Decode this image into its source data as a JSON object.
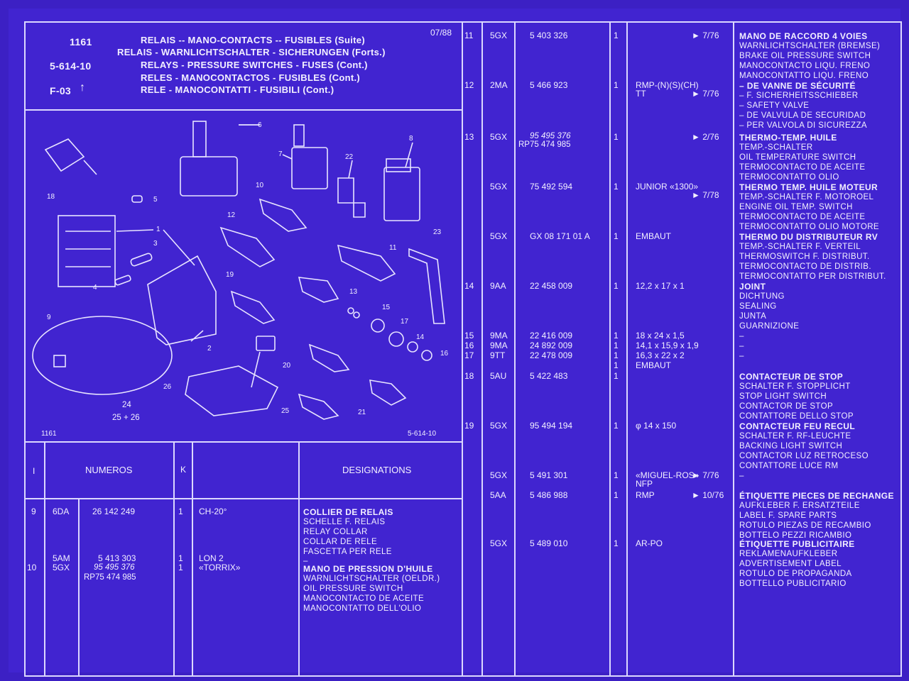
{
  "header": {
    "model": "1161",
    "date": "07/88",
    "code": "5-614-10",
    "ref": "F-03",
    "titles": [
      "RELAIS -- MANO-CONTACTS -- FUSIBLES (Suite)",
      "RELAIS - WARNLICHTSCHALTER - SICHERUNGEN (Forts.)",
      "RELAYS - PRESSURE SWITCHES - FUSES (Cont.)",
      "RELES - MANOCONTACTOS - FUSIBLES (Cont.)",
      "RELE - MANOCONTATTI - FUSIBILI (Cont.)"
    ]
  },
  "diagram": {
    "corner_left": "1161",
    "corner_right": "5-614-10",
    "label_24": "24",
    "label_2526": "25 + 26",
    "callouts": [
      "1",
      "2",
      "3",
      "4",
      "5",
      "6",
      "7",
      "8",
      "9",
      "10",
      "11",
      "12",
      "13",
      "14",
      "15",
      "16",
      "17",
      "18",
      "19",
      "20",
      "21",
      "22",
      "23",
      "25",
      "26"
    ]
  },
  "columns": {
    "i": "I",
    "numeros": "NUMEROS",
    "k": "K",
    "designations": "DESIGNATIONS"
  },
  "left_rows": [
    {
      "item": "9",
      "code": "6DA",
      "number": "26 142 249",
      "qty": "1",
      "remark": "CH-20°",
      "desc": [
        "COLLIER DE RELAIS",
        "SCHELLE F. RELAIS",
        "RELAY COLLAR",
        "COLLAR DE RELE",
        "FASCETTA PER RELE",
        "–"
      ]
    },
    {
      "item": "10",
      "code": "5AM",
      "code2": "5GX",
      "number": "5 413 303",
      "number2": "95 495 376",
      "number3": "RP75 474 985",
      "qty": "1",
      "qty2": "1",
      "remark": "LON 2",
      "remark2": "«TORRIX»",
      "desc": [
        "MANO DE PRESSION D'HUILE",
        "WARNLICHTSCHALTER (OELDR.)",
        "OIL PRESSURE SWITCH",
        "MANOCONTACTO DE ACEITE",
        "MANOCONTATTO DELL'OLIO"
      ]
    }
  ],
  "right_rows": [
    {
      "item": "11",
      "code": "5GX",
      "number": "5 403 326",
      "qty": "1",
      "remark": "",
      "date": "7/76",
      "desc": [
        "MANO DE RACCORD 4 VOIES",
        "WARNLICHTSCHALTER (BREMSE)",
        "BRAKE OIL PRESSURE SWITCH",
        "MANOCONTACTO LIQU. FRENO",
        "MANOCONTATTO LIQU. FRENO"
      ]
    },
    {
      "item": "12",
      "code": "2MA",
      "number": "5 466 923",
      "qty": "1",
      "remark": "RMP-(N)(S)(CH)",
      "remark2": "TT",
      "date": "7/76",
      "desc": [
        "– DE VANNE DE SÉCURITÉ",
        "– F. SICHERHEITSSCHIEBER",
        "– SAFETY VALVE",
        "– DE VALVULA DE SECURIDAD",
        "– PER VALVOLA DI SICUREZZA"
      ]
    },
    {
      "item": "13",
      "code": "5GX",
      "number": "95 495 376",
      "number2": "RP75 474 985",
      "qty": "1",
      "date": "2/76",
      "desc": [
        "THERMO-TEMP. HUILE",
        "TEMP.-SCHALTER",
        "OIL TEMPERATURE SWITCH",
        "TERMOCONTACTO DE ACEITE",
        "TERMOCONTATTO OLIO"
      ]
    },
    {
      "item": "",
      "code": "5GX",
      "number": "75 492 594",
      "qty": "1",
      "remark": "JUNIOR «1300»",
      "date": "7/78",
      "desc": [
        "THERMO TEMP. HUILE MOTEUR",
        "TEMP.-SCHALTER F. MOTOROEL",
        "ENGINE OIL TEMP. SWITCH",
        "TERMOCONTACTO DE ACEITE",
        "TERMOCONTATTO OLIO MOTORE"
      ]
    },
    {
      "item": "",
      "code": "5GX",
      "number": "GX 08 171 01 A",
      "qty": "1",
      "remark": "EMBAUT",
      "desc": [
        "THERMO DU DISTRIBUTEUR RV",
        "TEMP.-SCHALTER F. VERTEIL",
        "THERMOSWITCH F. DISTRIBUT.",
        "TERMOCONTACTO DE DISTRIB.",
        "TERMOCONTATTO PER DISTRIBUT."
      ]
    },
    {
      "item": "14",
      "code": "9AA",
      "number": "22 458 009",
      "qty": "1",
      "remark": "12,2 x 17 x 1",
      "desc": [
        "JOINT",
        "DICHTUNG",
        "SEALING",
        "JUNTA",
        "GUARNIZIONE"
      ]
    },
    {
      "item": "15",
      "code": "9MA",
      "number": "22 416 009",
      "qty": "1",
      "remark": "18 x 24 x 1,5",
      "desc": [
        "–"
      ]
    },
    {
      "item": "16",
      "code": "9MA",
      "number": "24 892 009",
      "qty": "1",
      "remark": "14,1 x 15,9 x 1,9",
      "desc": [
        "–"
      ]
    },
    {
      "item": "17",
      "code": "9TT",
      "number": "22 478 009",
      "qty": "1",
      "remark": "16,3 x 22 x 2",
      "desc": [
        "–"
      ]
    },
    {
      "item": "",
      "code": "",
      "number": "",
      "qty": "1",
      "remark": "EMBAUT",
      "desc": []
    },
    {
      "item": "18",
      "code": "5AU",
      "number": "5 422 483",
      "qty": "1",
      "remark": "",
      "desc": [
        "CONTACTEUR DE STOP",
        "SCHALTER F. STOPPLICHT",
        "STOP LIGHT SWITCH",
        "CONTACTOR DE STOP",
        "CONTATTORE DELLO STOP"
      ]
    },
    {
      "item": "19",
      "code": "5GX",
      "number": "95 494 194",
      "qty": "1",
      "remark": "φ 14 x 150",
      "desc": [
        "CONTACTEUR FEU RECUL",
        "SCHALTER F. RF-LEUCHTE",
        "BACKING LIGHT SWITCH",
        "CONTACTOR LUZ RETROCESO",
        "CONTATTORE LUCE RM"
      ]
    },
    {
      "item": "",
      "code": "5GX",
      "number": "5 491 301",
      "qty": "1",
      "remark": "«MIGUEL-ROS»",
      "date": "7/76",
      "remark2": "NFP",
      "desc": [
        "–"
      ]
    },
    {
      "item": "",
      "code": "5AA",
      "number": "5 486 988",
      "qty": "1",
      "remark": "RMP",
      "date": "10/76",
      "desc": [
        "ÉTIQUETTE PIECES DE RECHANGE",
        "AUFKLEBER F. ERSATZTEILE",
        "LABEL F. SPARE PARTS",
        "ROTULO PIEZAS DE RECAMBIO",
        "BOTTELO PEZZI RICAMBIO"
      ]
    },
    {
      "item": "",
      "code": "5GX",
      "number": "5 489 010",
      "qty": "1",
      "remark": "AR-PO",
      "desc": [
        "ÉTIQUETTE PUBLICITAIRE",
        "REKLAMENAUFKLEBER",
        "ADVERTISEMENT LABEL",
        "ROTULO DE PROPAGANDA",
        "BOTTELLO PUBLICITARIO"
      ]
    }
  ]
}
